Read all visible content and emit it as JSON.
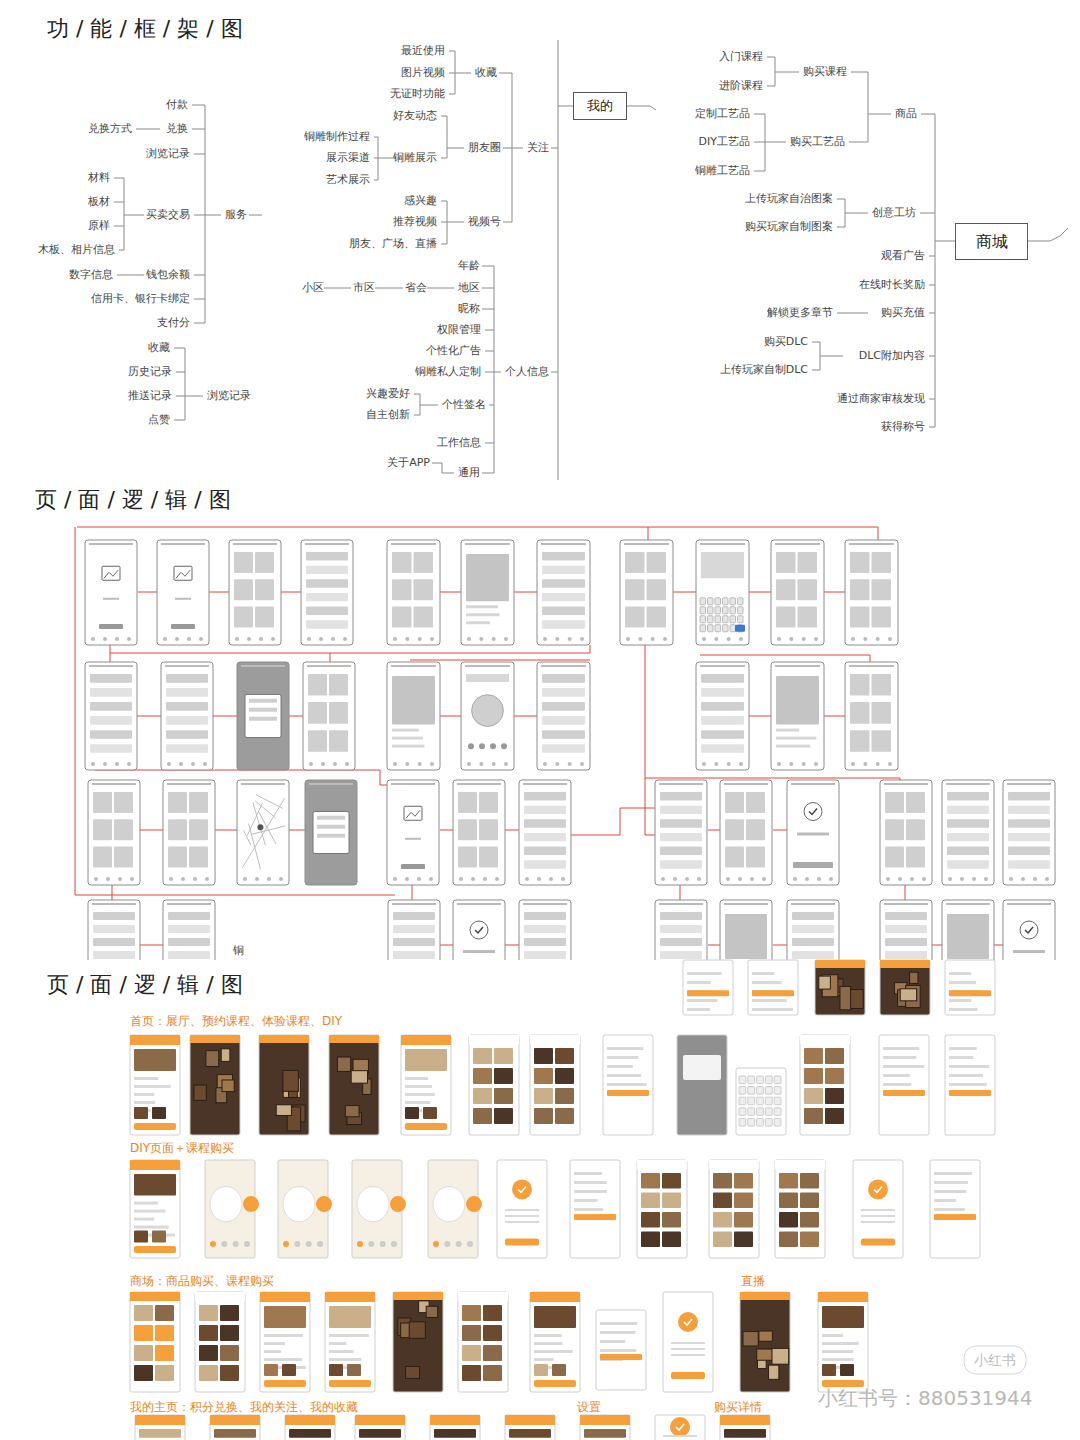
{
  "diagram": {
    "title": "功 / 能 / 框 / 架 / 图",
    "nodes": [
      {
        "text": [
          "我的"
        ]
      },
      {
        "text": [
          "商城"
        ]
      }
    ],
    "labels": [
      "付款",
      "兑换方式",
      "兑换",
      "浏览记录",
      "材料",
      "板材",
      "原样",
      "木板、相片信息",
      "买卖交易",
      "服务",
      "数字信息",
      "钱包余额",
      "信用卡、银行卡绑定",
      "支付分",
      "收藏",
      "历史记录",
      "推送记录",
      "点赞",
      "浏览记录",
      "最近使用",
      "图片视频",
      "无证时功能",
      "收藏",
      "好友动态",
      "铜雕制作过程",
      "展示渠道",
      "艺术展示",
      "铜雕展示",
      "朋友圈",
      "关注",
      "感兴趣",
      "推荐视频",
      "朋友、广场、直播",
      "视频号",
      "年龄",
      "小区",
      "市区",
      "省会",
      "地区",
      "昵称",
      "权限管理",
      "个性化广告",
      "铜雕私人定制",
      "个人信息",
      "兴趣爱好",
      "自主创新",
      "个性签名",
      "工作信息",
      "关于APP",
      "通用",
      "入门课程",
      "进阶课程",
      "购买课程",
      "定制工艺品",
      "DIY工艺品",
      "铜雕工艺品",
      "购买工艺品",
      "商品",
      "上传玩家自治图案",
      "购买玩家自制图案",
      "创意工坊",
      "观看广告",
      "在线时长奖励",
      "解锁更多章节",
      "购买充值",
      "购买DLC",
      "上传玩家自制DLC",
      "DLC附加内容",
      "通过商家审核发现",
      "获得称号",
      "页 / 面 / 逻 / 辑 / 图",
      "页 / 面 / 逻 / 辑 / 图",
      "首页：展厅、预约课程、体验课程、DIY",
      "DIY页面＋课程购买",
      "商场：商品购买、课程购买",
      "直播",
      "我的主页：积分兑换、我的关注、我的收藏",
      "设置",
      "购买详情",
      "铜",
      "小红书",
      "小红书号：880531944"
    ]
  }
}
